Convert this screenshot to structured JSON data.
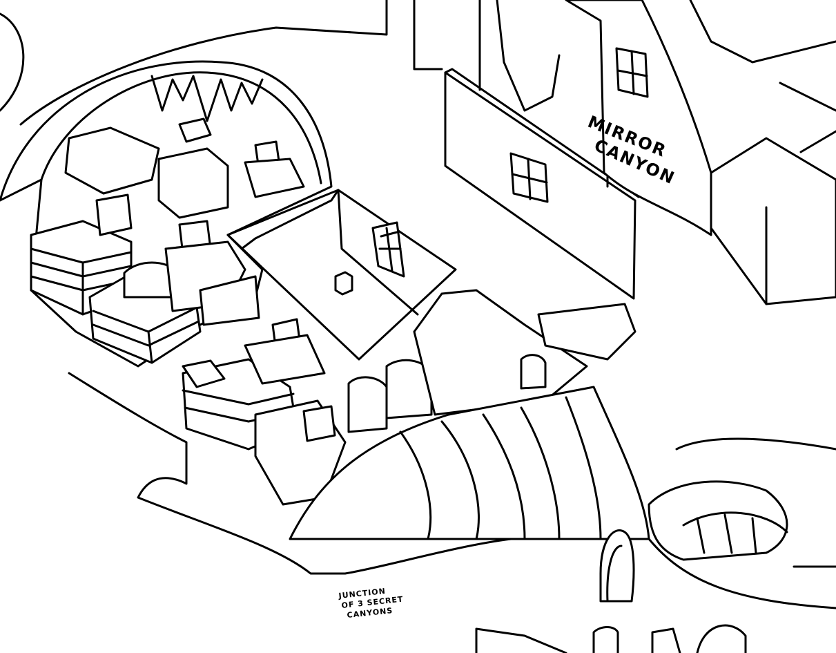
{
  "map": {
    "labels": {
      "mirror_canyon_line1": "MIRROR",
      "mirror_canyon_line2": "CANYON",
      "junction_line1": "JUNCTION",
      "junction_line2": "OF 3 SECRET",
      "junction_line3": "CANYONS"
    },
    "colors": {
      "ink": "#000000",
      "paper": "#ffffff"
    }
  }
}
